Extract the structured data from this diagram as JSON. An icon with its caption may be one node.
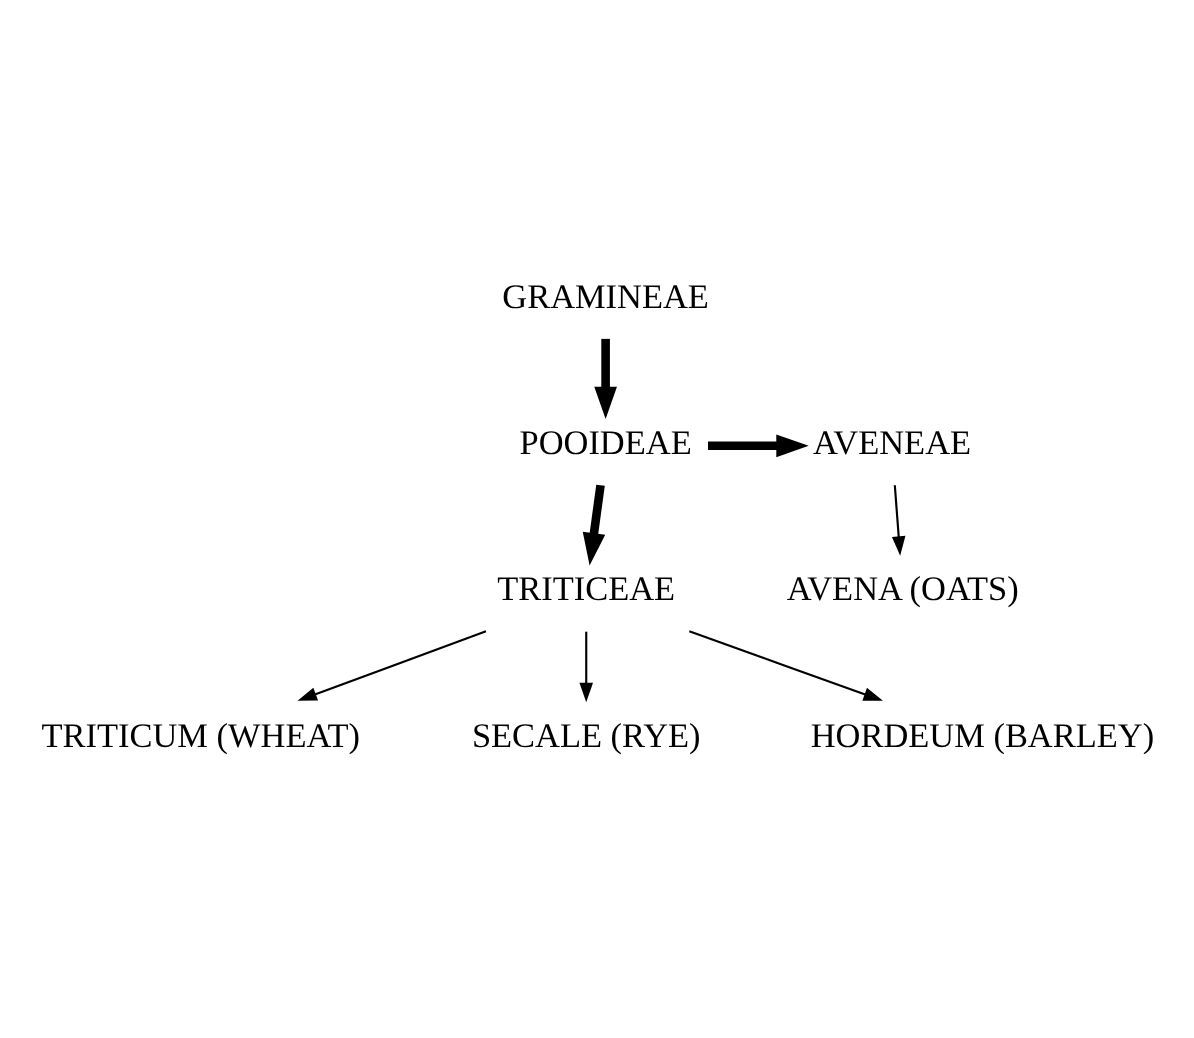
{
  "diagram": {
    "nodes": [
      {
        "text": [
          "GRAMINEAE"
        ]
      },
      {
        "text": [
          "POOIDEAE"
        ]
      },
      {
        "text": [
          "AVENEAE"
        ]
      },
      {
        "text": [
          "AVENA (OATS)"
        ]
      },
      {
        "text": [
          "TRITICEAE"
        ]
      },
      {
        "text": [
          "TRITICUM (WHEAT)"
        ]
      },
      {
        "text": [
          "SECALE (RYE)"
        ]
      },
      {
        "text": [
          "HORDEUM (BARLEY)"
        ]
      }
    ],
    "edges": [
      {
        "from": 0,
        "to": 1,
        "arrow": "to",
        "style": "thick"
      },
      {
        "from": 1,
        "to": 2,
        "arrow": "to",
        "style": "thick"
      },
      {
        "from": 1,
        "to": 4,
        "arrow": "to",
        "style": "thick"
      },
      {
        "from": 2,
        "to": 3,
        "arrow": "to"
      },
      {
        "from": 4,
        "to": 5,
        "arrow": "to"
      },
      {
        "from": 4,
        "to": 6,
        "arrow": "to"
      },
      {
        "from": 4,
        "to": 7,
        "arrow": "to"
      }
    ]
  }
}
